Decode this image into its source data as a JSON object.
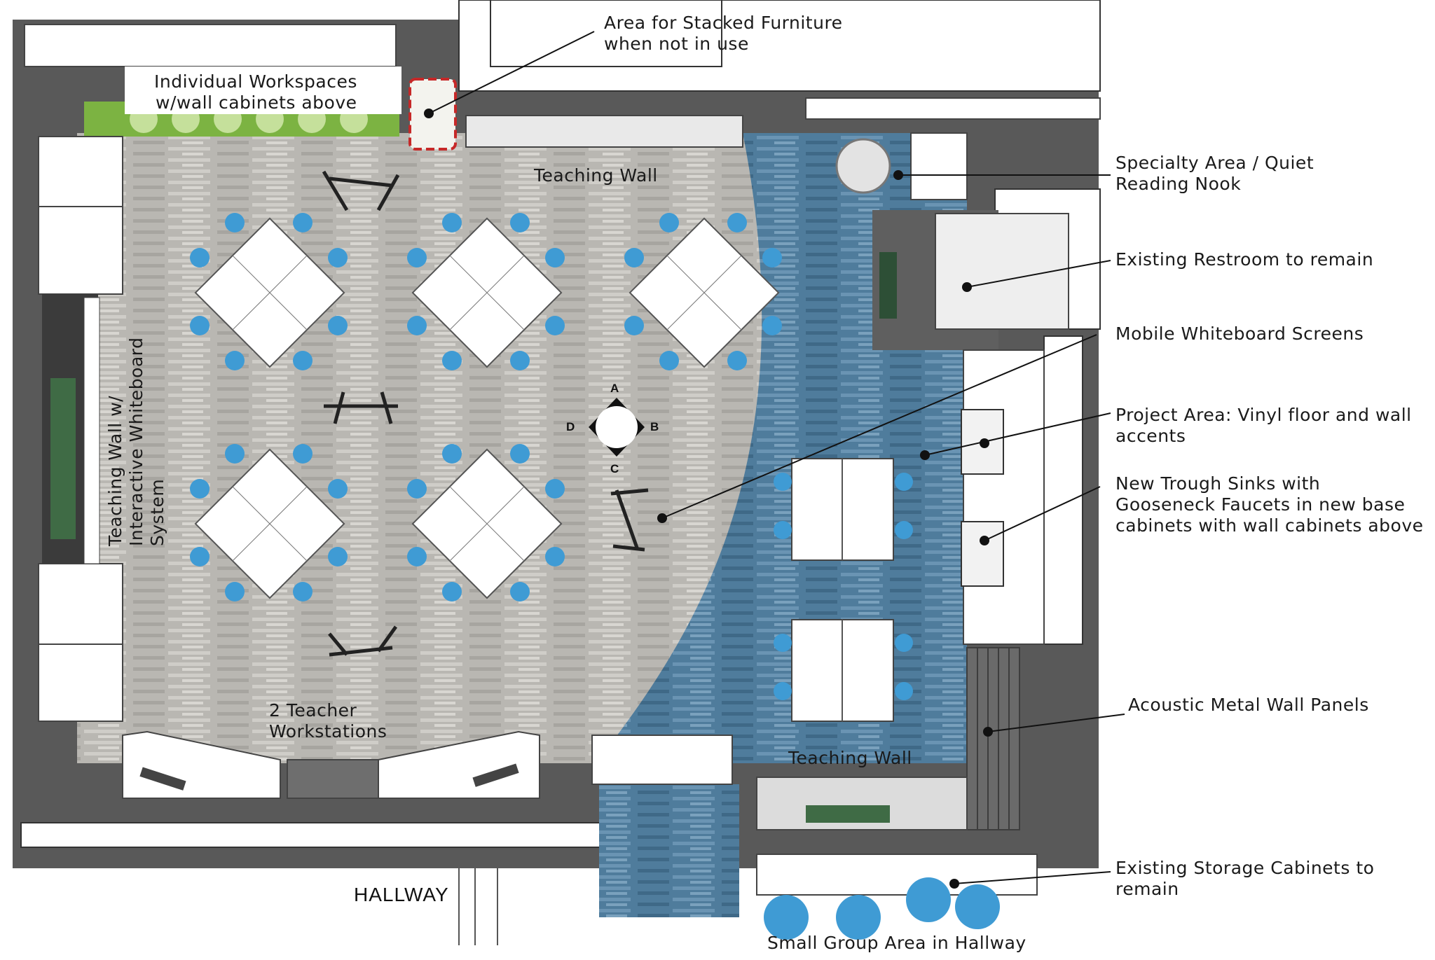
{
  "labels": {
    "stacked_furniture": [
      "Area for Stacked Furniture",
      "when not in use"
    ],
    "individual_workspaces": [
      "Individual Workspaces",
      "w/wall cabinets above"
    ],
    "teaching_wall_top": "Teaching Wall",
    "specialty_area": [
      "Specialty Area / Quiet",
      "Reading Nook"
    ],
    "existing_restroom": "Existing Restroom to remain",
    "mobile_whiteboard": "Mobile Whiteboard Screens",
    "project_area": [
      "Project Area:  Vinyl floor and wall",
      "accents"
    ],
    "trough_sinks": [
      "New Trough Sinks with",
      "Gooseneck Faucets in new base",
      "cabinets with wall cabinets above"
    ],
    "teaching_wall_left": [
      "Teaching Wall w/",
      "Interactive Whiteboard",
      "System"
    ],
    "acoustic_panels": "Acoustic Metal Wall Panels",
    "teacher_workstations": [
      "2 Teacher",
      "Workstations"
    ],
    "teaching_wall_bottom": "Teaching Wall",
    "storage_cabinets": [
      "Existing Storage Cabinets to",
      "remain"
    ],
    "hallway": "HALLWAY",
    "small_group": "Small Group Area in Hallway"
  },
  "orientation": {
    "a": "A",
    "b": "B",
    "c": "C",
    "d": "D"
  },
  "colors": {
    "gray_floor": "#b9b7b2",
    "blue_floor": "#4f7c9c",
    "wall": "#5b5b5b",
    "chair": "#3f9bd4",
    "green_strip": "#7cb342",
    "highlight": "#c62828"
  }
}
